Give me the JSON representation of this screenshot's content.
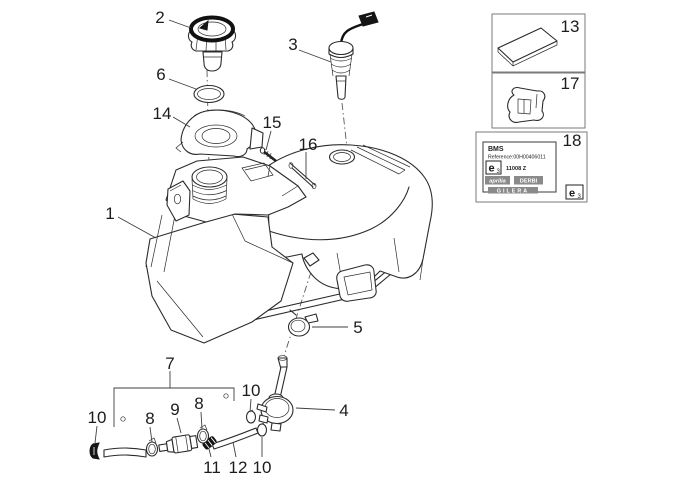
{
  "diagram": {
    "callouts": {
      "n1": "1",
      "n2": "2",
      "n3": "3",
      "n4": "4",
      "n5": "5",
      "n6": "6",
      "n7": "7",
      "n8a": "8",
      "n8b": "8",
      "n9": "9",
      "n10a": "10",
      "n10b": "10",
      "n10c": "10",
      "n11": "11",
      "n12": "12",
      "n13": "13",
      "n14": "14",
      "n15": "15",
      "n16": "16",
      "n17": "17",
      "n18": "18"
    }
  },
  "legend": {
    "plate": {
      "line1": "BMS",
      "line2": "Reference:00H00406011",
      "approval_mark": "e",
      "approval_mark_sub": "3",
      "code": "11008 Z",
      "brands": [
        "aprilia",
        "DERBI",
        "GILERA"
      ],
      "corner_mark": "e",
      "corner_mark_sub": "3"
    }
  }
}
